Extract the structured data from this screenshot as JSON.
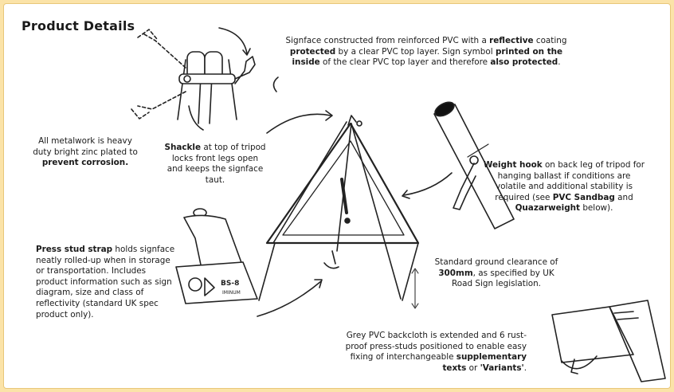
{
  "title": "Product Details",
  "labels": {
    "sign_text": "BS-8",
    "sign_subtext": "IMINUM"
  },
  "notes": {
    "signface": {
      "t1": "Signface constructed from reinforced PVC with a ",
      "b1": "reflective",
      "t2": " coating",
      "b2": "protected",
      "t3": " by a clear PVC top layer. Sign symbol ",
      "b3": "printed on the inside",
      "t4": " of the clear PVC top layer and therefore ",
      "b4": "also protected",
      "t5": "."
    },
    "metalwork": {
      "t1": "All metalwork is heavy duty bright zinc plated to ",
      "b1": "prevent corrosion."
    },
    "shackle": {
      "b1": "Shackle",
      "t1": " at top of tripod locks front legs open and keeps the signface taut."
    },
    "weight_hook": {
      "b1": "Weight hook",
      "t1": " on back leg of tripod for hanging ballast if conditions are volatile and additional stability is required (see ",
      "b2": "PVC Sandbag",
      "t2": " and ",
      "b3": "Quazarweight",
      "t3": " below)."
    },
    "press_stud": {
      "b1": "Press stud strap",
      "t1": " holds signface neatly rolled-up when in storage or transportation. Includes product information such as sign diagram, size and class of reflectivity (standard UK spec product only)."
    },
    "clearance": {
      "t1": "Standard ground clearance of ",
      "b1": "300mm",
      "t2": ", as specified by UK Road Sign legislation."
    },
    "backcloth": {
      "t1": "Grey PVC backcloth is extended and 6 rust-proof press-studs positioned to enable easy fixing of interchangeable ",
      "b1": "supplementary texts",
      "t2": " or ",
      "b2": "'Variants'",
      "t3": "."
    }
  }
}
